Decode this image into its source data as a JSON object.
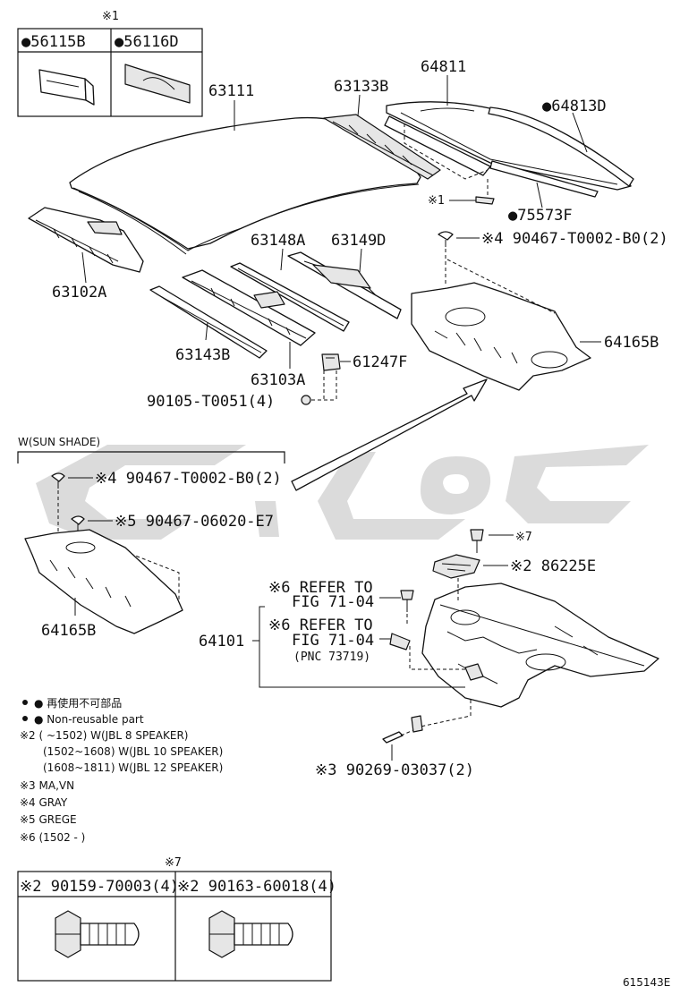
{
  "inset_top": {
    "marker": "※1",
    "parts": [
      "●56115B",
      "●56116D"
    ]
  },
  "parts": {
    "p63111": "63111",
    "p63133B": "63133B",
    "p64811": "64811",
    "p64813D": "●64813D",
    "p75573F": "●75573F",
    "note1": "※1",
    "p63102A": "63102A",
    "p63148A": "63148A",
    "p63149D": "63149D",
    "p90467_top": "※4 90467-T0002-B0(2)",
    "p63143B": "63143B",
    "p63103A": "63103A",
    "p61247F": "61247F",
    "p64165B_top": "64165B",
    "p90105": "90105-T0051(4)"
  },
  "sunshade": {
    "title": "W(SUN SHADE)",
    "p90467_gray": "※4 90467-T0002-B0(2)",
    "p90467_grege": "※5 90467-06020-E7",
    "p64165B": "64165B"
  },
  "lower": {
    "note7": "※7",
    "p86225E": "※2 86225E",
    "refer1_line1": "※6 REFER TO",
    "refer1_line2": "FIG 71-04",
    "refer2_line1": "※6 REFER TO",
    "refer2_line2": "FIG 71-04",
    "refer2_line3": "(PNC 73719)",
    "p64101": "64101",
    "p90269": "※3 90269-03037(2)"
  },
  "legend": [
    "● 再使用不可部品",
    "● Non-reusable part",
    "※2 (      ~1502) W(JBL 8 SPEAKER)",
    "(1502~1608) W(JBL 10 SPEAKER)",
    "(1608~1811) W(JBL 12 SPEAKER)",
    "※3 MA,VN",
    "※4 GRAY",
    "※5 GREGE",
    "※6 (1502 -      )"
  ],
  "inset_bottom": {
    "marker": "※7",
    "parts": [
      "※2 90159-70003(4)",
      "※2 90163-60018(4)"
    ]
  },
  "figure_code": "615143E",
  "icons": {
    "bullet": "filled-circle",
    "watermark": "dealer-logo-watermark"
  }
}
